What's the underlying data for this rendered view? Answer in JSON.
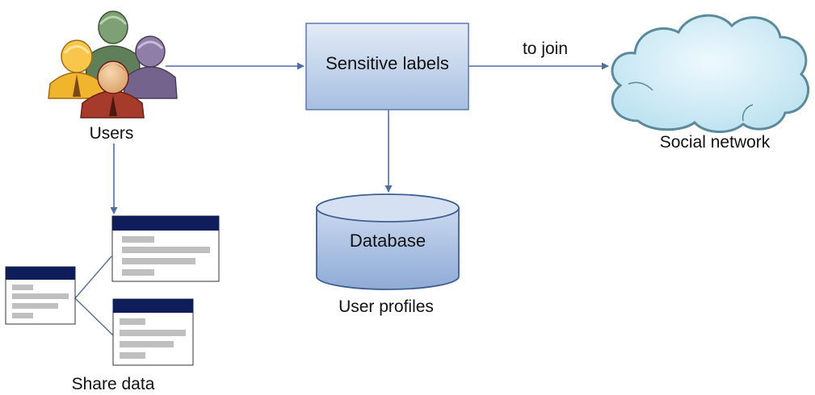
{
  "diagram": {
    "users_label": "Users",
    "sensitive_labels": "Sensitive labels",
    "join_label": "to join",
    "social_network_label": "Social network",
    "database_label": "Database",
    "user_profiles_label": "User profiles",
    "share_data_label": "Share data",
    "icons": {
      "users": "users-group-icon",
      "cloud": "cloud-icon",
      "database": "database-cylinder-icon",
      "documents": "document-window-icon"
    },
    "colors": {
      "arrow": "#4f6fa3",
      "box_fill_top": "#dde7f5",
      "box_fill_bottom": "#a9c1e2",
      "box_border": "#5a7bb0",
      "doc_header": "#0f1e5a",
      "doc_line": "#bfbfbf",
      "cloud_fill": "#d7eef8",
      "cloud_border": "#5a8a9c"
    }
  }
}
